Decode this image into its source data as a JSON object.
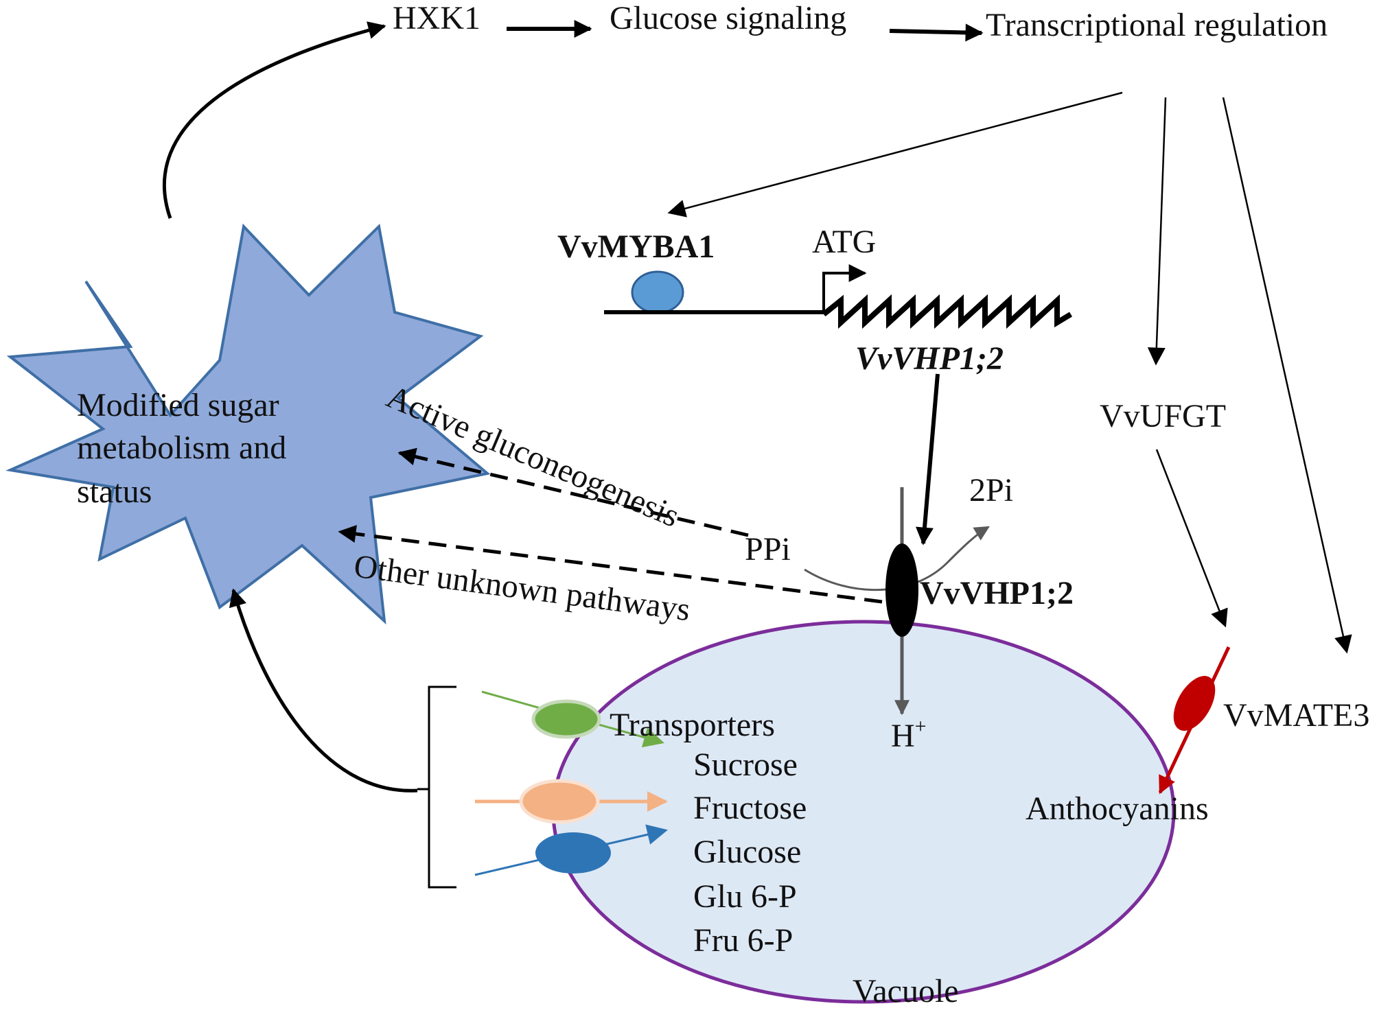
{
  "labels": {
    "hxk1": "HXK1",
    "glucose_signaling": "Glucose signaling",
    "transcriptional_regulation": "Transcriptional regulation",
    "vvmyba1": "VvMYBA1",
    "atg": "ATG",
    "vvvhp12_gene": "VvVHP1;2",
    "vvufgt": "VvUFGT",
    "star_line1": "Modified sugar",
    "star_line2": "metabolism and",
    "star_line3": "status",
    "active_gluconeogenesis": "Active gluconeogenesis",
    "other_unknown_pathways": "Other unknown pathways",
    "ppi": "PPi",
    "two_pi": "2Pi",
    "vvvhp12_protein": "VvVHP1;2",
    "h_plus_base": "H",
    "h_plus_sup": "+",
    "vvmate3": "VvMATE3",
    "anthocyanins": "Anthocyanins",
    "transporters": "Transporters",
    "sucrose": "Sucrose",
    "fructose": "Fructose",
    "glucose": "Glucose",
    "glu6p": "Glu 6-P",
    "fru6p": "Fru 6-P",
    "vacuole": "Vacuole"
  },
  "colors": {
    "star_fill": "#8fa9da",
    "star_stroke": "#3f6fa6",
    "vacuole_fill": "#dde8f5",
    "vacuole_stroke": "#7b2d9a",
    "myb_circle": "#5b9bd5",
    "sucrose_transporter": "#70ad47",
    "fructose_transporter": "#f4b183",
    "glucose_transporter": "#2e75b6",
    "mate_transporter": "#c00000",
    "proton_pump": "#000000",
    "grey_arrow": "#595959"
  }
}
